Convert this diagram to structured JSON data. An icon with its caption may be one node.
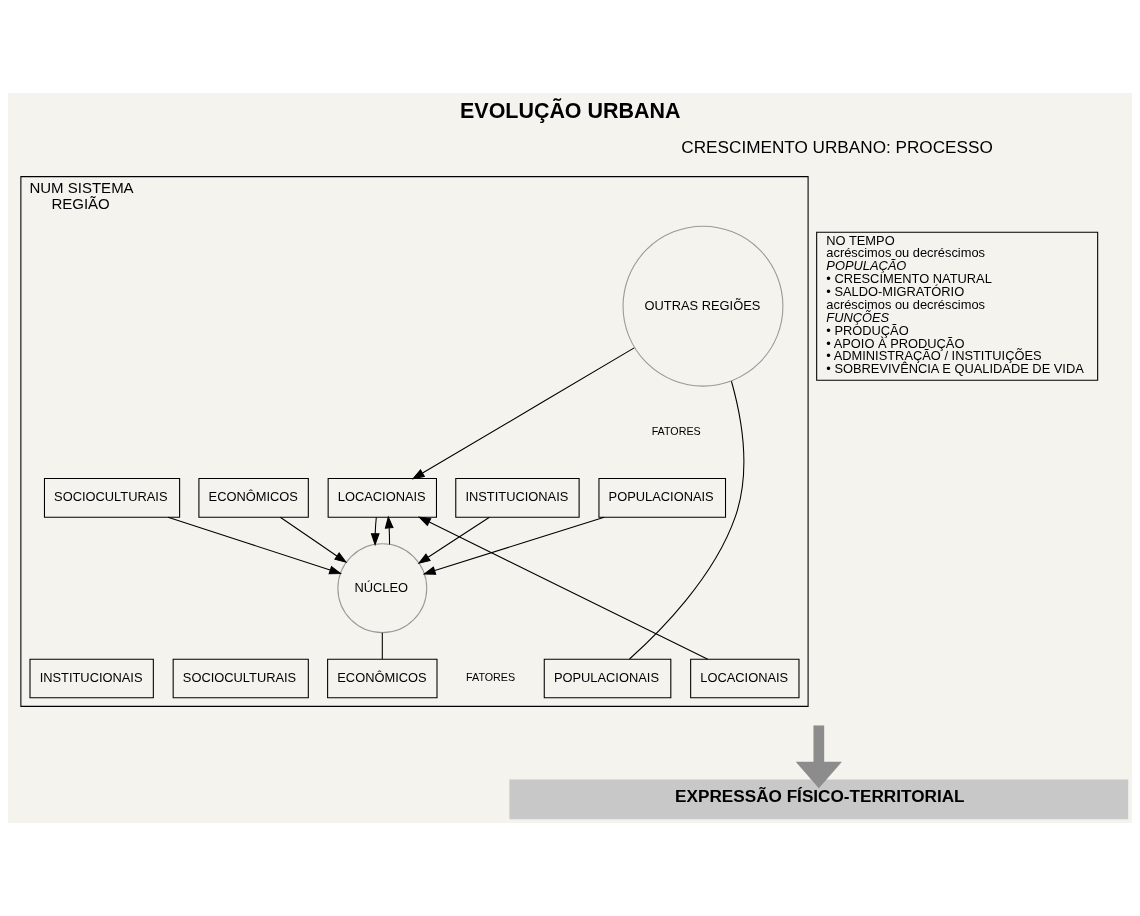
{
  "diagram": {
    "title": "EVOLUÇÃO URBANA",
    "nodes": [
      {
        "text": [
          "NUM SISTEMA",
          "REGIÃO"
        ]
      },
      {
        "text": [
          "OUTRAS REGIÕES"
        ],
        "in": 0
      },
      {
        "text": [
          "POPULACIONAIS"
        ],
        "in": 0
      },
      {
        "text": [
          "ECONÔMICOS"
        ],
        "in": 0
      },
      {
        "text": [
          "SOCIOCULTURAIS"
        ],
        "in": 0
      },
      {
        "text": [
          "INSTITUCIONAIS"
        ],
        "in": 0
      },
      {
        "text": [
          "LOCACIONAIS"
        ],
        "in": 0
      },
      {
        "text": [
          "NÚCLEO"
        ],
        "in": 0
      },
      {
        "text": [
          "POPULACIONAIS"
        ],
        "in": 0
      },
      {
        "text": [
          "ECONÔMICOS"
        ],
        "in": 0
      },
      {
        "text": [
          "SOCIOCULTURAIS"
        ],
        "in": 0
      },
      {
        "text": [
          "INSTITUCIONAIS"
        ],
        "in": 0
      },
      {
        "text": [
          "LOCACIONAIS"
        ],
        "in": 0
      },
      {
        "text": [
          "NO TEMPO",
          "acréscimos ou decréscimos",
          "POPULAÇÃO",
          "• CRESCIMENTO NATURAL",
          "• SALDO-MIGRATÓRIO",
          "acréscimos ou decréscimos",
          "FUNÇÕES",
          "• PRODUÇÃO",
          "• APOIO À PRODUÇÃO",
          "• ADMINISTRAÇÃO / INSTITUIÇÕES",
          "• SOBREVIVÊNCIA E QUALIDADE DE VIDA"
        ]
      },
      {
        "text": [
          "EXPRESSÃO FÍSICO-TERRITORIAL"
        ]
      }
    ],
    "edges": [
      {
        "from": 2,
        "to": 7,
        "arrow": "to"
      },
      {
        "from": 3,
        "to": 7,
        "arrow": "to"
      },
      {
        "from": 4,
        "to": 7,
        "arrow": "to"
      },
      {
        "from": 5,
        "to": 7,
        "arrow": "to"
      },
      {
        "from": 6,
        "to": 7,
        "arrow": "to"
      },
      {
        "from": 7,
        "to": 9,
        "arrow": "none"
      },
      {
        "from": 1,
        "to": 8,
        "arrow": "none"
      },
      {
        "from": 7,
        "to": 6,
        "arrow": "to"
      },
      {
        "from": 1,
        "to": 6,
        "arrow": "to"
      },
      {
        "from": 12,
        "to": 6,
        "arrow": "to"
      },
      {
        "from": null,
        "to": 14,
        "arrow": "to",
        "style": "thick",
        "color": "#8c8c8c"
      }
    ],
    "labels": [
      "CRESCIMENTO URBANO: PROCESSO",
      "FATORES",
      "FATORES"
    ]
  }
}
